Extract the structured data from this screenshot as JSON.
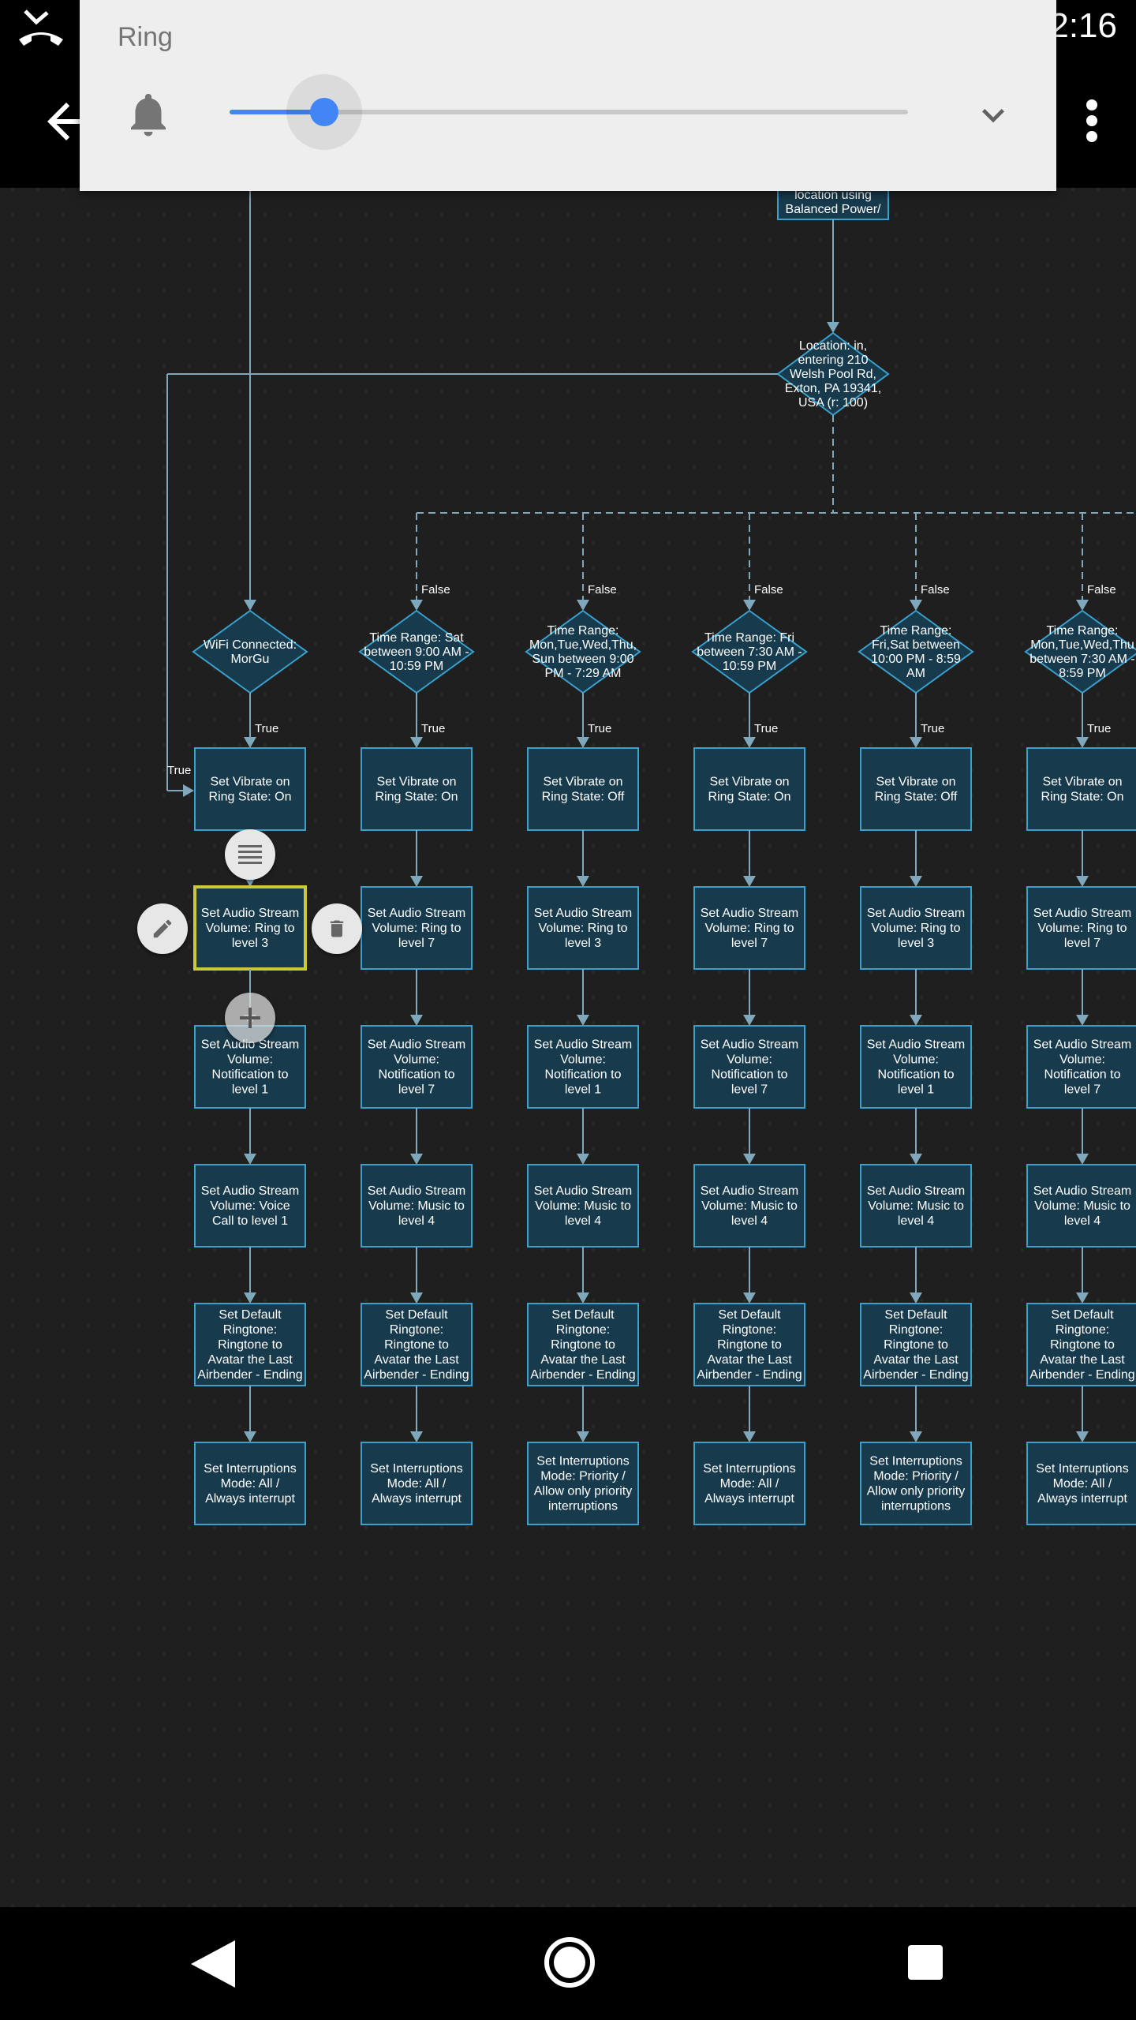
{
  "status_bar": {
    "time": "2:16"
  },
  "volume_panel": {
    "title": "Ring",
    "stream": "ring",
    "level_fraction": 0.14,
    "accent_color": "#4285f4",
    "icons": {
      "ringer": "bell-icon",
      "expand": "chevron-down-icon"
    }
  },
  "toolbar": {
    "icons": {
      "back": "arrow-back-icon",
      "more": "more-vert-icon"
    }
  },
  "flow": {
    "top_node_text": [
      "location using",
      "Balanced Power/"
    ],
    "location_condition": [
      "Location: in,",
      "entering 210",
      "Welsh Pool Rd,",
      "Exton, PA 19341,",
      "USA (r: 100)"
    ],
    "labels": {
      "true": "True",
      "false": "False"
    },
    "columns": [
      {
        "condition": [
          "WiFi Connected:",
          "MorGu"
        ],
        "actions": [
          [
            "Set Vibrate on",
            "Ring State: On"
          ],
          [
            "Set Audio Stream",
            "Volume: Ring to",
            "level 3"
          ],
          [
            "Set Audio Stream",
            "Volume:",
            "Notification to",
            "level 1"
          ],
          [
            "Set Audio Stream",
            "Volume: Voice",
            "Call to level 1"
          ],
          [
            "Set Default",
            "Ringtone:",
            "Ringtone to",
            "Avatar the Last",
            "Airbender - Ending"
          ],
          [
            "Set Interruptions",
            "Mode: All /",
            "Always interrupt"
          ]
        ]
      },
      {
        "condition": [
          "Time Range: Sat",
          "between 9:00 AM -",
          "10:59 PM"
        ],
        "actions": [
          [
            "Set Vibrate on",
            "Ring State: On"
          ],
          [
            "Set Audio Stream",
            "Volume: Ring to",
            "level 7"
          ],
          [
            "Set Audio Stream",
            "Volume:",
            "Notification to",
            "level 7"
          ],
          [
            "Set Audio Stream",
            "Volume: Music to",
            "level 4"
          ],
          [
            "Set Default",
            "Ringtone:",
            "Ringtone to",
            "Avatar the Last",
            "Airbender - Ending"
          ],
          [
            "Set Interruptions",
            "Mode: All /",
            "Always interrupt"
          ]
        ]
      },
      {
        "condition": [
          "Time Range:",
          "Mon,Tue,Wed,Thu,",
          "Sun between 9:00",
          "PM - 7:29 AM"
        ],
        "actions": [
          [
            "Set Vibrate on",
            "Ring State: Off"
          ],
          [
            "Set Audio Stream",
            "Volume: Ring to",
            "level 3"
          ],
          [
            "Set Audio Stream",
            "Volume:",
            "Notification to",
            "level 1"
          ],
          [
            "Set Audio Stream",
            "Volume: Music to",
            "level 4"
          ],
          [
            "Set Default",
            "Ringtone:",
            "Ringtone to",
            "Avatar the Last",
            "Airbender - Ending"
          ],
          [
            "Set Interruptions",
            "Mode: Priority /",
            "Allow only priority",
            "interruptions"
          ]
        ]
      },
      {
        "condition": [
          "Time Range: Fri",
          "between 7:30 AM -",
          "10:59 PM"
        ],
        "actions": [
          [
            "Set Vibrate on",
            "Ring State: On"
          ],
          [
            "Set Audio Stream",
            "Volume: Ring to",
            "level 7"
          ],
          [
            "Set Audio Stream",
            "Volume:",
            "Notification to",
            "level 7"
          ],
          [
            "Set Audio Stream",
            "Volume: Music to",
            "level 4"
          ],
          [
            "Set Default",
            "Ringtone:",
            "Ringtone to",
            "Avatar the Last",
            "Airbender - Ending"
          ],
          [
            "Set Interruptions",
            "Mode: All /",
            "Always interrupt"
          ]
        ]
      },
      {
        "condition": [
          "Time Range:",
          "Fri,Sat between",
          "10:00 PM - 8:59",
          "AM"
        ],
        "actions": [
          [
            "Set Vibrate on",
            "Ring State: Off"
          ],
          [
            "Set Audio Stream",
            "Volume: Ring to",
            "level 3"
          ],
          [
            "Set Audio Stream",
            "Volume:",
            "Notification to",
            "level 1"
          ],
          [
            "Set Audio Stream",
            "Volume: Music to",
            "level 4"
          ],
          [
            "Set Default",
            "Ringtone:",
            "Ringtone to",
            "Avatar the Last",
            "Airbender - Ending"
          ],
          [
            "Set Interruptions",
            "Mode: Priority /",
            "Allow only priority",
            "interruptions"
          ]
        ]
      },
      {
        "condition": [
          "Time Range:",
          "Mon,Tue,Wed,Thu",
          "between 7:30 AM -",
          "8:59 PM"
        ],
        "actions": [
          [
            "Set Vibrate on",
            "Ring State: On"
          ],
          [
            "Set Audio Stream",
            "Volume: Ring to",
            "level 7"
          ],
          [
            "Set Audio Stream",
            "Volume:",
            "Notification to",
            "level 7"
          ],
          [
            "Set Audio Stream",
            "Volume: Music to",
            "level 4"
          ],
          [
            "Set Default",
            "Ringtone:",
            "Ringtone to",
            "Avatar the Last",
            "Airbender - Ending"
          ],
          [
            "Set Interruptions",
            "Mode: All /",
            "Always interrupt"
          ]
        ]
      }
    ],
    "selected_node": "column-1-action-2",
    "node_actions": {
      "icons": [
        "notes-icon",
        "pencil-icon",
        "trash-icon",
        "plus-icon"
      ]
    }
  },
  "navigation_bar": {
    "icons": [
      "nav-back-icon",
      "nav-home-icon",
      "nav-recents-icon"
    ]
  },
  "colors": {
    "node_fill": "#173a4d",
    "node_border": "#3aa0cc",
    "connector": "#7fa8bd",
    "selected_border": "#c9c93a"
  }
}
